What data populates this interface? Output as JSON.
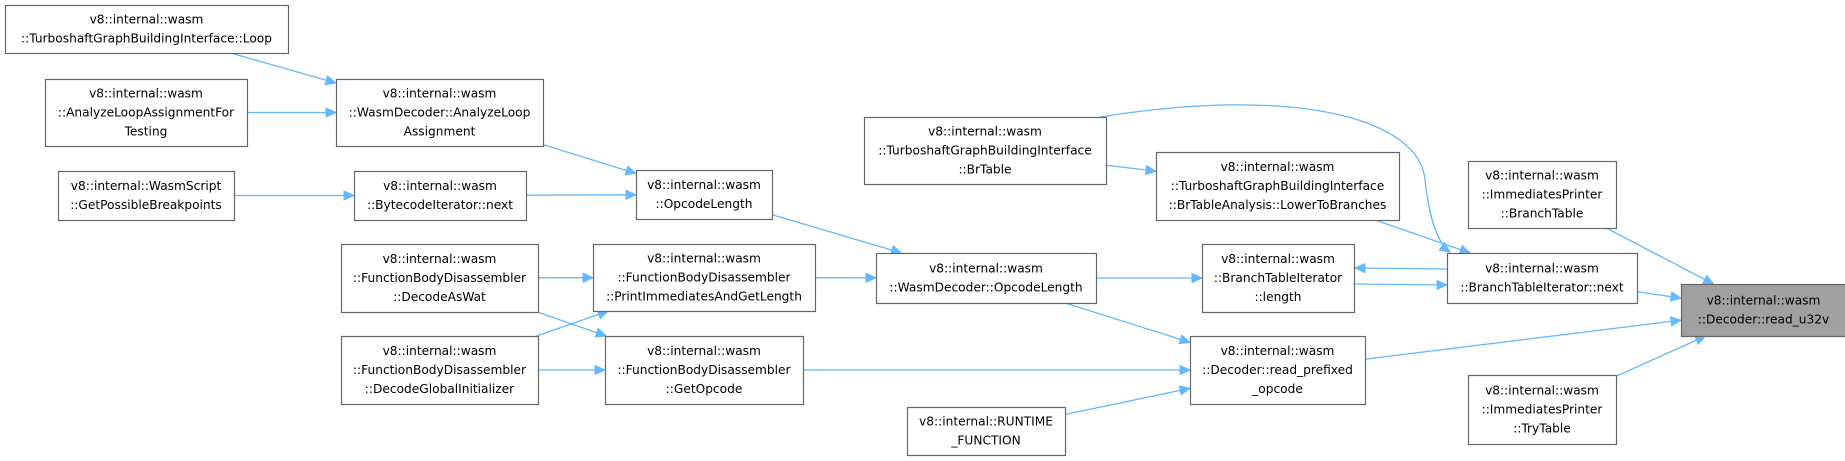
{
  "nodes": [
    {
      "id": "read_u32v",
      "lines": [
        "v8::internal::wasm",
        "::Decoder::read_u32v"
      ],
      "focus": true
    },
    {
      "id": "ip_branchtable",
      "lines": [
        "v8::internal::wasm",
        "::ImmediatesPrinter",
        "::BranchTable"
      ]
    },
    {
      "id": "bti_next",
      "lines": [
        "v8::internal::wasm",
        "::BranchTableIterator::next"
      ]
    },
    {
      "id": "read_prefixed",
      "lines": [
        "v8::internal::wasm",
        "::Decoder::read_prefixed",
        "_opcode"
      ]
    },
    {
      "id": "ip_trytable",
      "lines": [
        "v8::internal::wasm",
        "::ImmediatesPrinter",
        "::TryTable"
      ]
    },
    {
      "id": "tgbi_brtable",
      "lines": [
        "v8::internal::wasm",
        "::TurboshaftGraphBuildingInterface",
        "::BrTable"
      ]
    },
    {
      "id": "lower_to_branches",
      "lines": [
        "v8::internal::wasm",
        "::TurboshaftGraphBuildingInterface",
        "::BrTableAnalysis::LowerToBranches"
      ]
    },
    {
      "id": "bti_length",
      "lines": [
        "v8::internal::wasm",
        "::BranchTableIterator",
        "::length"
      ]
    },
    {
      "id": "wd_opcodelength",
      "lines": [
        "v8::internal::wasm",
        "::WasmDecoder::OpcodeLength"
      ]
    },
    {
      "id": "runtime_function",
      "lines": [
        "v8::internal::RUNTIME",
        "_FUNCTION"
      ]
    },
    {
      "id": "opcodelength",
      "lines": [
        "v8::internal::wasm",
        "::OpcodeLength"
      ]
    },
    {
      "id": "fbd_printimm",
      "lines": [
        "v8::internal::wasm",
        "::FunctionBodyDisassembler",
        "::PrintImmediatesAndGetLength"
      ]
    },
    {
      "id": "fbd_getopcode",
      "lines": [
        "v8::internal::wasm",
        "::FunctionBodyDisassembler",
        "::GetOpcode"
      ]
    },
    {
      "id": "analyze_loop_assignment",
      "lines": [
        "v8::internal::wasm",
        "::WasmDecoder::AnalyzeLoop",
        "Assignment"
      ]
    },
    {
      "id": "bytecode_next",
      "lines": [
        "v8::internal::wasm",
        "::BytecodeIterator::next"
      ]
    },
    {
      "id": "fbd_decodeaswat",
      "lines": [
        "v8::internal::wasm",
        "::FunctionBodyDisassembler",
        "::DecodeAsWat"
      ]
    },
    {
      "id": "fbd_decodeglobalinit",
      "lines": [
        "v8::internal::wasm",
        "::FunctionBodyDisassembler",
        "::DecodeGlobalInitializer"
      ]
    },
    {
      "id": "tgbi_loop",
      "lines": [
        "v8::internal::wasm",
        "::TurboshaftGraphBuildingInterface::Loop"
      ]
    },
    {
      "id": "analyze_for_testing",
      "lines": [
        "v8::internal::wasm",
        "::AnalyzeLoopAssignmentFor",
        "Testing"
      ]
    },
    {
      "id": "get_possible_breakpoints",
      "lines": [
        "v8::internal::WasmScript",
        "::GetPossibleBreakpoints"
      ]
    }
  ],
  "edges": [
    {
      "from": "ip_branchtable",
      "to": "read_u32v"
    },
    {
      "from": "bti_next",
      "to": "read_u32v"
    },
    {
      "from": "read_prefixed",
      "to": "read_u32v"
    },
    {
      "from": "ip_trytable",
      "to": "read_u32v"
    },
    {
      "from": "tgbi_brtable",
      "to": "bti_next"
    },
    {
      "from": "lower_to_branches",
      "to": "bti_next"
    },
    {
      "from": "bti_length",
      "to": "bti_next"
    },
    {
      "from": "bti_next",
      "to": "bti_length"
    },
    {
      "from": "tgbi_brtable",
      "to": "lower_to_branches"
    },
    {
      "from": "wd_opcodelength",
      "to": "bti_length"
    },
    {
      "from": "wd_opcodelength",
      "to": "read_prefixed"
    },
    {
      "from": "fbd_getopcode",
      "to": "read_prefixed"
    },
    {
      "from": "runtime_function",
      "to": "read_prefixed"
    },
    {
      "from": "opcodelength",
      "to": "wd_opcodelength"
    },
    {
      "from": "fbd_printimm",
      "to": "wd_opcodelength"
    },
    {
      "from": "analyze_loop_assignment",
      "to": "opcodelength"
    },
    {
      "from": "bytecode_next",
      "to": "opcodelength"
    },
    {
      "from": "fbd_decodeaswat",
      "to": "fbd_printimm"
    },
    {
      "from": "fbd_decodeglobalinit",
      "to": "fbd_printimm"
    },
    {
      "from": "fbd_decodeaswat",
      "to": "fbd_getopcode"
    },
    {
      "from": "fbd_decodeglobalinit",
      "to": "fbd_getopcode"
    },
    {
      "from": "tgbi_loop",
      "to": "analyze_loop_assignment"
    },
    {
      "from": "analyze_for_testing",
      "to": "analyze_loop_assignment"
    },
    {
      "from": "get_possible_breakpoints",
      "to": "bytecode_next"
    }
  ],
  "colors": {
    "edge": "#63b8ff",
    "node_border": "#666666",
    "node_fill": "#ffffff",
    "focus_fill": "#a0a0a0",
    "text": "#000000"
  }
}
